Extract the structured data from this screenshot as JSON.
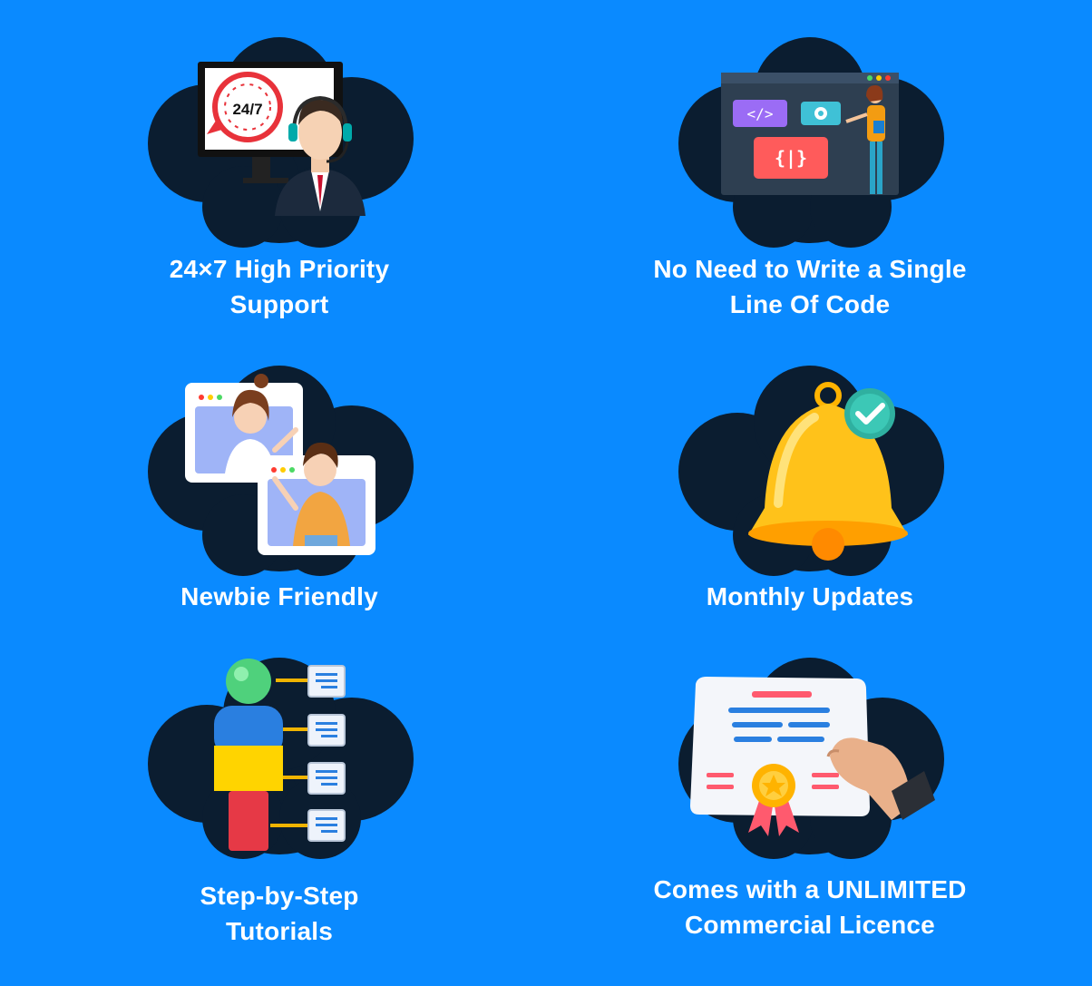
{
  "features": [
    {
      "title_lines": [
        "24×7 High Priority",
        "Support"
      ],
      "icon": "support-agent-icon"
    },
    {
      "title_lines": [
        "No Need to Write a Single",
        "Line Of Code"
      ],
      "icon": "code-editor-icon"
    },
    {
      "title_lines": [
        "Newbie Friendly"
      ],
      "icon": "video-call-icon"
    },
    {
      "title_lines": [
        "Monthly Updates"
      ],
      "icon": "bell-icon"
    },
    {
      "title_lines": [
        "Step-by-Step",
        "Tutorials"
      ],
      "icon": "steps-diagram-icon"
    },
    {
      "title_lines": [
        "Comes with a UNLIMITED",
        "Commercial Licence"
      ],
      "icon": "certificate-icon"
    }
  ],
  "support_clock_label": "24/7",
  "code_tag_label": "</>",
  "code_brace_label": "{|}",
  "colors": {
    "background": "#0a8aff",
    "cloud": "#0b1d30",
    "accent_red": "#e8323a",
    "bell_yellow": "#ffb300"
  }
}
